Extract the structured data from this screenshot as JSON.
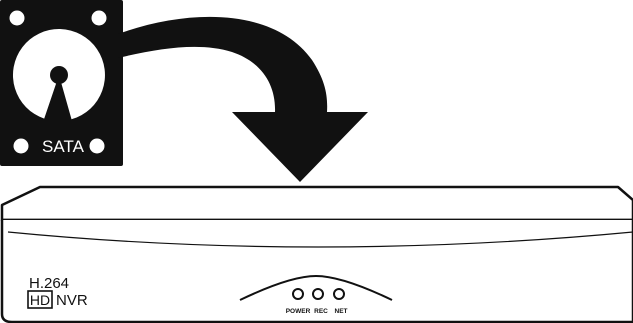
{
  "drive": {
    "label": "SATA",
    "icon": "hard-drive-icon"
  },
  "arrow": {
    "icon": "curved-arrow-down-icon"
  },
  "nvr": {
    "codec": "H.264",
    "hd_badge": "HD",
    "model": "NVR",
    "indicators": [
      {
        "label": "POWER"
      },
      {
        "label": "REC"
      },
      {
        "label": "NET"
      }
    ]
  },
  "colors": {
    "ink": "#111111",
    "paper": "#ffffff"
  }
}
